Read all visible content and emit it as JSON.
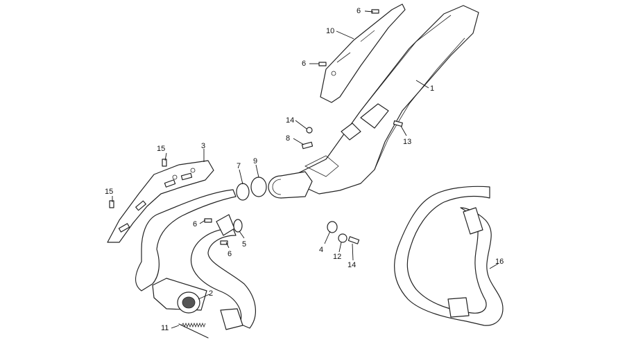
{
  "callouts": [
    "1",
    "2",
    "3",
    "4",
    "6",
    "6",
    "6",
    "6",
    "7",
    "8",
    "9",
    "10",
    "11",
    "12",
    "13",
    "14",
    "14",
    "15",
    "15",
    "16",
    "5"
  ]
}
